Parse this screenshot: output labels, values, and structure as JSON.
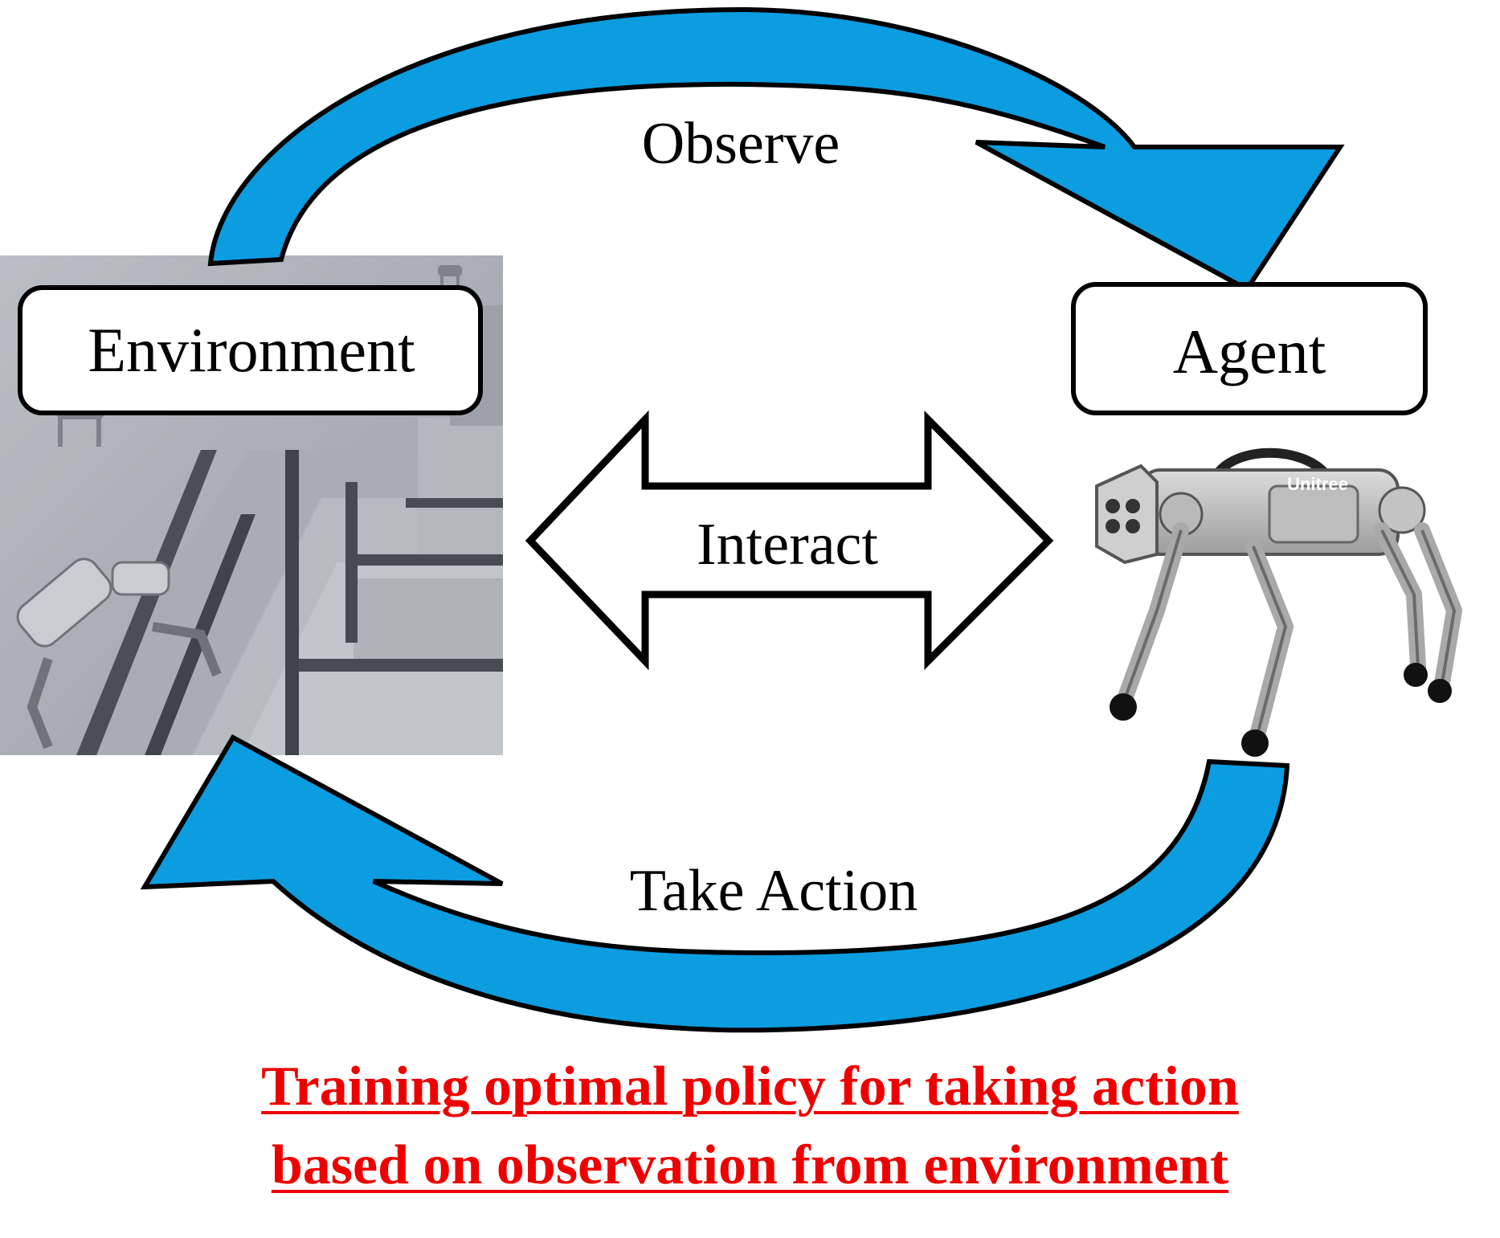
{
  "nodes": {
    "environment_label": "Environment",
    "agent_label": "Agent"
  },
  "arrows": {
    "observe_label": "Observe",
    "interact_label": "Interact",
    "take_action_label": "Take Action"
  },
  "caption": {
    "line1": "Training optimal policy for taking action",
    "line2": "based on observation from environment"
  },
  "agent_image": {
    "brand_text": "Unitree"
  },
  "colors": {
    "cycle_arrow_fill": "#0c9ce0",
    "caption_color": "#ee0000",
    "outline": "#000000"
  }
}
